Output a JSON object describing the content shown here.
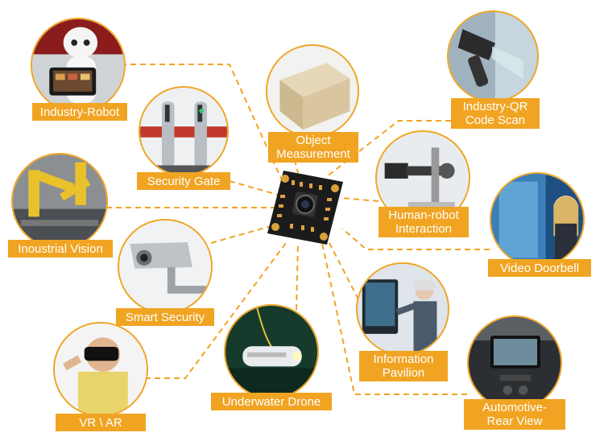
{
  "accent_color": "#f0a422",
  "center_icon": "camera-module-board",
  "applications": [
    {
      "id": "industry-robot",
      "label": "Industry-Robot",
      "icon": "robot-icon"
    },
    {
      "id": "security-gate",
      "label": "Security Gate",
      "icon": "turnstile-icon"
    },
    {
      "id": "object-measurement",
      "label_line1": "Object",
      "label_line2": "Measurement",
      "icon": "box-icon"
    },
    {
      "id": "industry-qr",
      "label_line1": "Industry-QR",
      "label_line2": "Code Scan",
      "icon": "barcode-scanner-icon"
    },
    {
      "id": "industrial-vision",
      "label": "Inoustrial Vision",
      "icon": "robot-arm-icon"
    },
    {
      "id": "human-robot",
      "label_line1": "Human-robot",
      "label_line2": "Interaction",
      "icon": "microscope-icon"
    },
    {
      "id": "video-doorbell",
      "label": "Video Doorbell",
      "icon": "doorbell-person-icon"
    },
    {
      "id": "smart-security",
      "label": "Smart Security",
      "icon": "cctv-camera-icon"
    },
    {
      "id": "information-pavilion",
      "label_line1": "Information",
      "label_line2": "Pavilion",
      "icon": "kiosk-icon"
    },
    {
      "id": "vr-ar",
      "label": "VR \\ AR",
      "icon": "vr-headset-icon"
    },
    {
      "id": "underwater-drone",
      "label": "Underwater Drone",
      "icon": "underwater-drone-icon"
    },
    {
      "id": "automotive",
      "label_line1": "Automotive-",
      "label_line2": "Rear View",
      "icon": "car-dashboard-icon"
    }
  ]
}
